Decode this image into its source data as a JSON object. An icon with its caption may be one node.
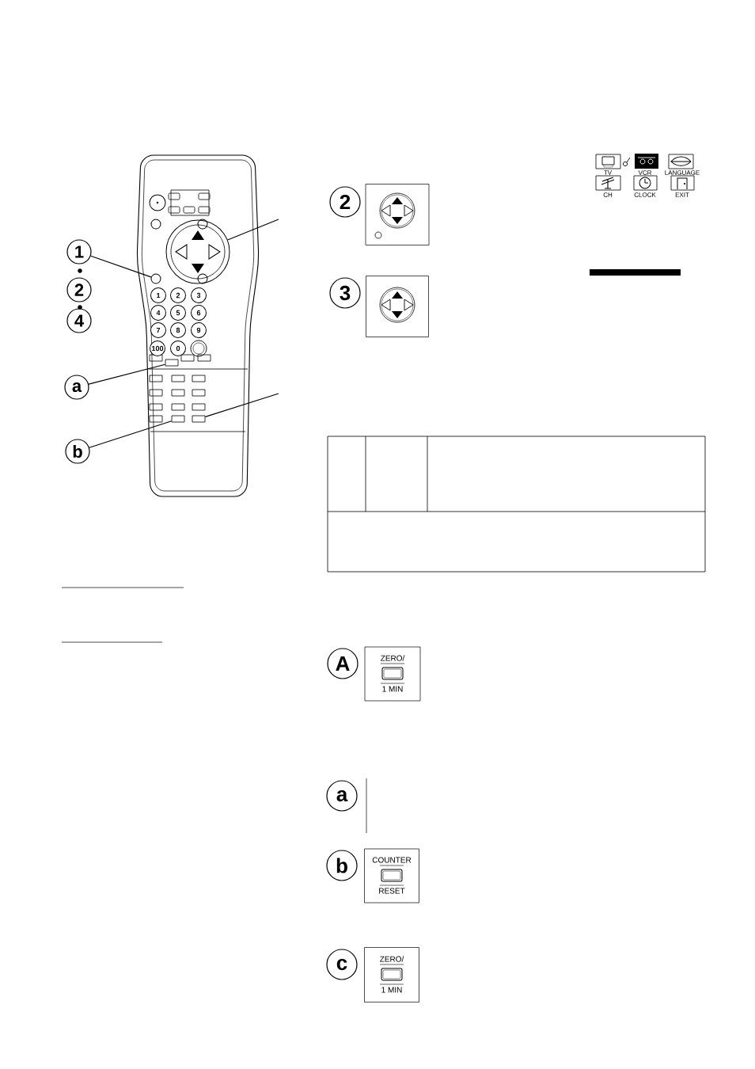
{
  "diagram": {
    "nodes": [
      {
        "text": [
          "1"
        ]
      },
      {
        "text": [
          "2"
        ]
      },
      {
        "text": [
          "4"
        ]
      },
      {
        "text": [
          "a"
        ]
      },
      {
        "text": [
          "b"
        ]
      },
      {
        "text": [
          "2"
        ]
      },
      {
        "text": [],
        "shape": "box"
      },
      {
        "text": [
          "3"
        ]
      },
      {
        "text": [],
        "shape": "box"
      },
      {
        "text": [
          "A"
        ]
      },
      {
        "text": [
          "ZERO/",
          "1 MIN"
        ]
      },
      {
        "text": [
          "a"
        ]
      },
      {
        "text": [
          "b"
        ]
      },
      {
        "text": [
          "COUNTER",
          "RESET"
        ]
      },
      {
        "text": [
          "c"
        ]
      },
      {
        "text": [
          "ZERO/",
          "1 MIN"
        ]
      },
      {
        "text": [],
        "shape": "circle"
      },
      {
        "text": [],
        "shape": "circle"
      },
      {
        "text": [],
        "shape": "box"
      },
      {
        "text": [],
        "shape": "box"
      },
      {
        "text": [],
        "shape": "box"
      }
    ],
    "edges": [
      {
        "from": null,
        "to": 17,
        "arrow": "none"
      },
      {
        "from": 0,
        "to": 16,
        "arrow": "none"
      },
      {
        "from": 3,
        "to": 18,
        "arrow": "none"
      },
      {
        "from": null,
        "to": 20,
        "arrow": "none"
      },
      {
        "from": 4,
        "to": 19,
        "arrow": "none"
      }
    ],
    "labels": [
      "TV",
      "VCR",
      "LANGUAGE",
      "CH",
      "CLOCK",
      "EXIT",
      "1",
      "2",
      "3",
      "4",
      "5",
      "6",
      "7",
      "8",
      "9",
      "100",
      "0"
    ]
  }
}
